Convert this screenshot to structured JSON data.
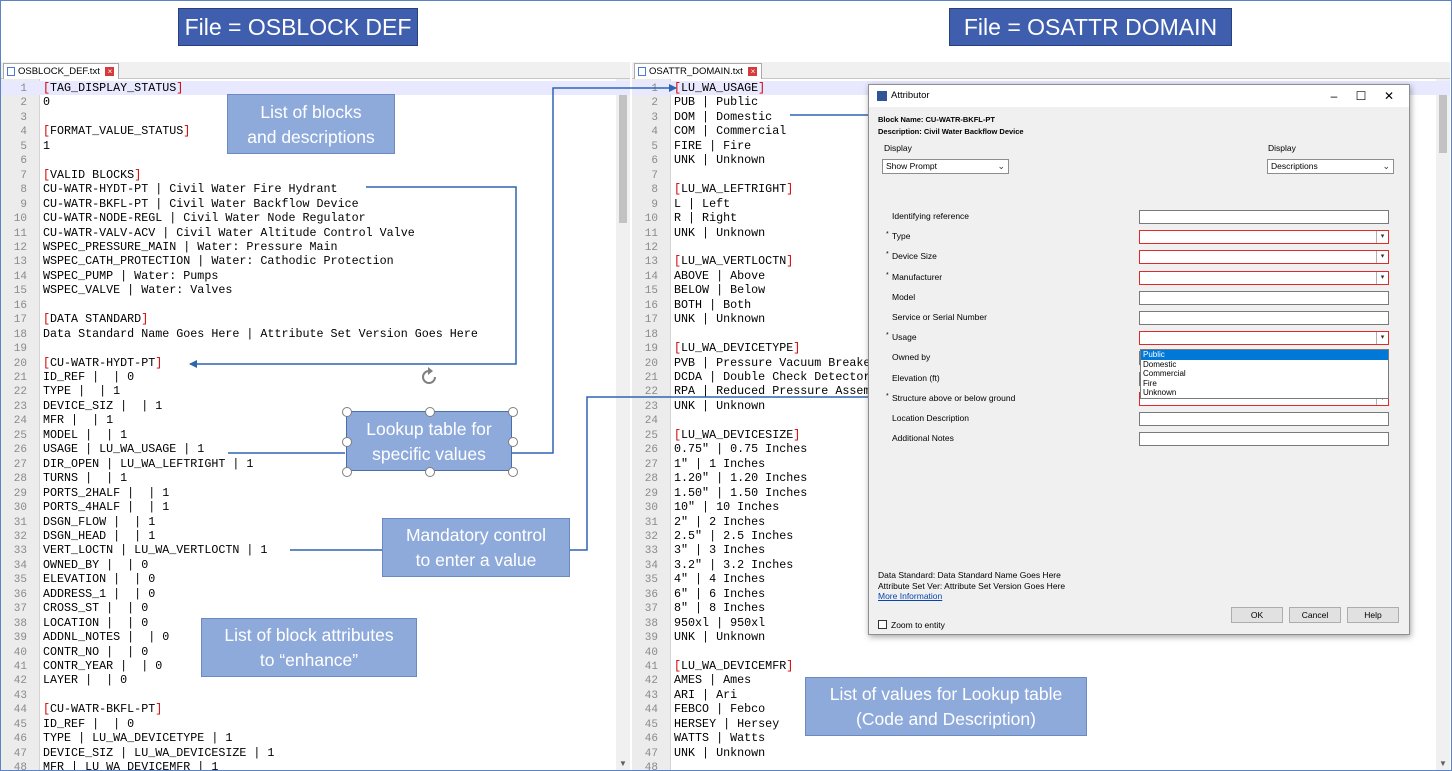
{
  "titles": {
    "left": "File = OSBLOCK DEF",
    "right": "File = OSATTR DOMAIN"
  },
  "left_editor": {
    "tab_label": "OSBLOCK_DEF.txt",
    "lines": [
      "[TAG_DISPLAY_STATUS]",
      "0",
      "",
      "[FORMAT_VALUE_STATUS]",
      "1",
      "",
      "[VALID BLOCKS]",
      "CU-WATR-HYDT-PT | Civil Water Fire Hydrant",
      "CU-WATR-BKFL-PT | Civil Water Backflow Device",
      "CU-WATR-NODE-REGL | Civil Water Node Regulator",
      "CU-WATR-VALV-ACV | Civil Water Altitude Control Valve",
      "WSPEC_PRESSURE_MAIN | Water: Pressure Main",
      "WSPEC_CATH_PROTECTION | Water: Cathodic Protection",
      "WSPEC_PUMP | Water: Pumps",
      "WSPEC_VALVE | Water: Valves",
      "",
      "[DATA STANDARD]",
      "Data Standard Name Goes Here | Attribute Set Version Goes Here",
      "",
      "[CU-WATR-HYDT-PT]",
      "ID_REF |  | 0",
      "TYPE |  | 1",
      "DEVICE_SIZ |  | 1",
      "MFR |  | 1",
      "MODEL |  | 1",
      "USAGE | LU_WA_USAGE | 1",
      "DIR_OPEN | LU_WA_LEFTRIGHT | 1",
      "TURNS |  | 1",
      "PORTS_2HALF |  | 1",
      "PORTS_4HALF |  | 1",
      "DSGN_FLOW |  | 1",
      "DSGN_HEAD |  | 1",
      "VERT_LOCTN | LU_WA_VERTLOCTN | 1",
      "OWNED_BY |  | 0",
      "ELEVATION |  | 0",
      "ADDRESS_1 |  | 0",
      "CROSS_ST |  | 0",
      "LOCATION |  | 0",
      "ADDNL_NOTES |  | 0",
      "CONTR_NO |  | 0",
      "CONTR_YEAR |  | 0",
      "LAYER |  | 0",
      "",
      "[CU-WATR-BKFL-PT]",
      "ID_REF |  | 0",
      "TYPE | LU_WA_DEVICETYPE | 1",
      "DEVICE_SIZ | LU_WA_DEVICESIZE | 1",
      "MFR | LU_WA_DEVICEMFR | 1"
    ]
  },
  "right_editor": {
    "tab_label": "OSATTR_DOMAIN.txt",
    "lines": [
      "[LU_WA_USAGE]",
      "PUB | Public",
      "DOM | Domestic",
      "COM | Commercial",
      "FIRE | Fire",
      "UNK | Unknown",
      "",
      "[LU_WA_LEFTRIGHT]",
      "L | Left",
      "R | Right",
      "UNK | Unknown",
      "",
      "[LU_WA_VERTLOCTN]",
      "ABOVE | Above",
      "BELOW | Below",
      "BOTH | Both",
      "UNK | Unknown",
      "",
      "[LU_WA_DEVICETYPE]",
      "PVB | Pressure Vacuum Breaker",
      "DCDA | Double Check Detector Assembly",
      "RPA | Reduced Pressure Assembly",
      "UNK | Unknown",
      "",
      "[LU_WA_DEVICESIZE]",
      "0.75\" | 0.75 Inches",
      "1\" | 1 Inches",
      "1.20\" | 1.20 Inches",
      "1.50\" | 1.50 Inches",
      "10\" | 10 Inches",
      "2\" | 2 Inches",
      "2.5\" | 2.5 Inches",
      "3\" | 3 Inches",
      "3.2\" | 3.2 Inches",
      "4\" | 4 Inches",
      "6\" | 6 Inches",
      "8\" | 8 Inches",
      "950xl | 950xl",
      "UNK | Unknown",
      "",
      "[LU_WA_DEVICEMFR]",
      "AMES | Ames",
      "ARI | Ari",
      "FEBCO | Febco",
      "HERSEY | Hersey",
      "WATTS | Watts",
      "UNK | Unknown",
      ""
    ]
  },
  "callouts": {
    "blocks": "List of blocks\nand descriptions",
    "lookup": "Lookup table for\nspecific values",
    "mandatory": "Mandatory control\nto enter a value",
    "attributes": "List of block attributes\nto “enhance”",
    "values": "List of values for Lookup table\n(Code and Description)"
  },
  "dialog": {
    "title": "Attributor",
    "block_name": "Block Name: CU-WATR-BKFL-PT",
    "description": "Description: Civil Water Backflow Device",
    "display_label_left": "Display",
    "display_value_left": "Show Prompt",
    "display_label_right": "Display",
    "display_value_right": "Descriptions",
    "fields": [
      {
        "label": "Identifying reference",
        "required": false,
        "dropdown": false
      },
      {
        "label": "Type",
        "required": true,
        "dropdown": true
      },
      {
        "label": "Device Size",
        "required": true,
        "dropdown": true
      },
      {
        "label": "Manufacturer",
        "required": true,
        "dropdown": true
      },
      {
        "label": "Model",
        "required": false,
        "dropdown": false
      },
      {
        "label": "Service or Serial Number",
        "required": false,
        "dropdown": false
      },
      {
        "label": "Usage",
        "required": true,
        "dropdown": true
      },
      {
        "label": "Owned by",
        "required": false,
        "dropdown": false
      },
      {
        "label": "Elevation (ft)",
        "required": false,
        "dropdown": false
      },
      {
        "label": "Structure above or below ground",
        "required": true,
        "dropdown": true
      },
      {
        "label": "Location Description",
        "required": false,
        "dropdown": false
      },
      {
        "label": "Additional Notes",
        "required": false,
        "dropdown": false
      }
    ],
    "usage_options": [
      "Public",
      "Domestic",
      "Commercial",
      "Fire",
      "Unknown"
    ],
    "usage_selected": "Public",
    "data_standard": "Data Standard: Data Standard Name Goes Here",
    "attribute_set": "Attribute Set Ver: Attribute Set Version Goes Here",
    "more_info": "More Information",
    "zoom_label": "Zoom to entity",
    "buttons": {
      "ok": "OK",
      "cancel": "Cancel",
      "help": "Help"
    }
  },
  "colors": {
    "title_fill": "#3f5fae",
    "callout_fill": "#8eaadb",
    "arrow": "#2e64b0",
    "bracket_red": "#d00000",
    "dropdown_selection": "#0078d7"
  }
}
